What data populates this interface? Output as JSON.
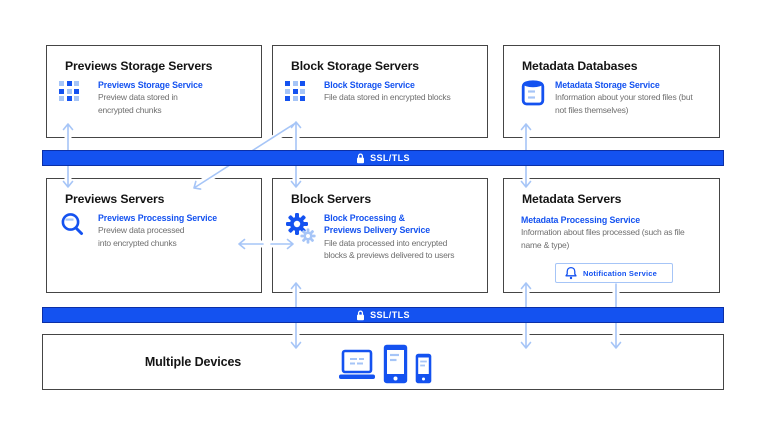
{
  "colors": {
    "accent_blue": "#1452F0",
    "light_blue": "#A6C5F7",
    "text_dark": "#141414",
    "text_gray": "#6F6F6F",
    "box_border": "#454545"
  },
  "ssl": {
    "label": "SSL/TLS"
  },
  "boxes": {
    "previews_storage": {
      "title": "Previews Storage Servers",
      "service": "Previews Storage Service",
      "desc1": "Preview data stored in",
      "desc2": "encrypted chunks"
    },
    "block_storage": {
      "title": "Block Storage Servers",
      "service": "Block Storage Service",
      "desc1": "File data stored in encrypted blocks",
      "desc2": ""
    },
    "metadata_db": {
      "title": "Metadata Databases",
      "service": "Metadata Storage Service",
      "desc1": "Information about your stored files (but",
      "desc2": "not files themselves)"
    },
    "previews_servers": {
      "title": "Previews Servers",
      "service": "Previews Processing Service",
      "desc1": "Preview data processed",
      "desc2": "into encrypted chunks"
    },
    "block_servers": {
      "title": "Block Servers",
      "service1": "Block Processing &",
      "service2": "Previews Delivery Service",
      "desc1": "File data processed into encrypted",
      "desc2": "blocks & previews delivered to users"
    },
    "metadata_servers": {
      "title": "Metadata Servers",
      "service": "Metadata Processing Service",
      "desc1": "Information about files processed (such as file",
      "desc2": "name & type)",
      "notification_label": "Notification Service"
    }
  },
  "devices": {
    "label": "Multiple Devices"
  }
}
